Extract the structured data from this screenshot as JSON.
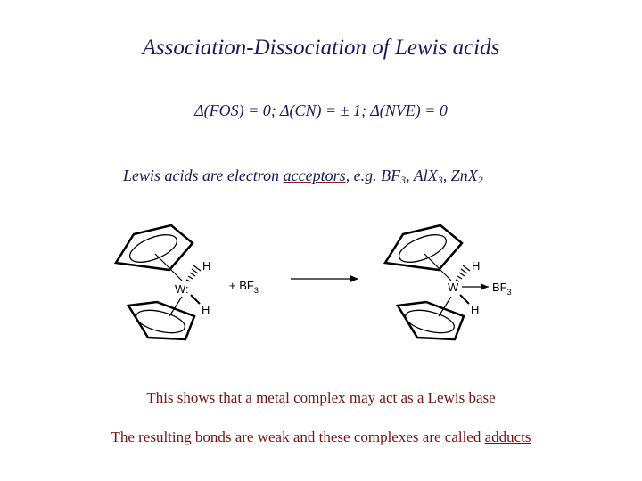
{
  "title": "Association-Dissociation of Lewis acids",
  "rule": {
    "fos": "Δ(FOS) = 0;",
    "cn": "Δ(CN) = ± 1;",
    "nve": "Δ(NVE) = 0"
  },
  "lewis": {
    "prefix": "Lewis acids are electron ",
    "acceptors": "acceptors",
    "after_acceptors": ", e.g. BF",
    "bf_sub": "3",
    "sep1": ", AlX",
    "al_sub": "3",
    "sep2": ", ZnX",
    "zn_sub": "2"
  },
  "scheme": {
    "left": {
      "metal": "W:",
      "h_top": "H",
      "h_bottom": "H"
    },
    "reagent": {
      "plus": "+ BF",
      "sub": "3"
    },
    "right": {
      "metal": "W",
      "h_top": "H",
      "h_bottom": "H",
      "acid": "BF",
      "acid_sub": "3"
    }
  },
  "statement1": {
    "text": "This shows that a metal complex may act as a Lewis ",
    "link": "base"
  },
  "statement2": {
    "text": "The resulting bonds are weak and these complexes are called ",
    "link": "adducts"
  },
  "colors": {
    "heading": "#1a1a5e",
    "statements": "#7a1313",
    "underline": "#8b1a1a"
  }
}
